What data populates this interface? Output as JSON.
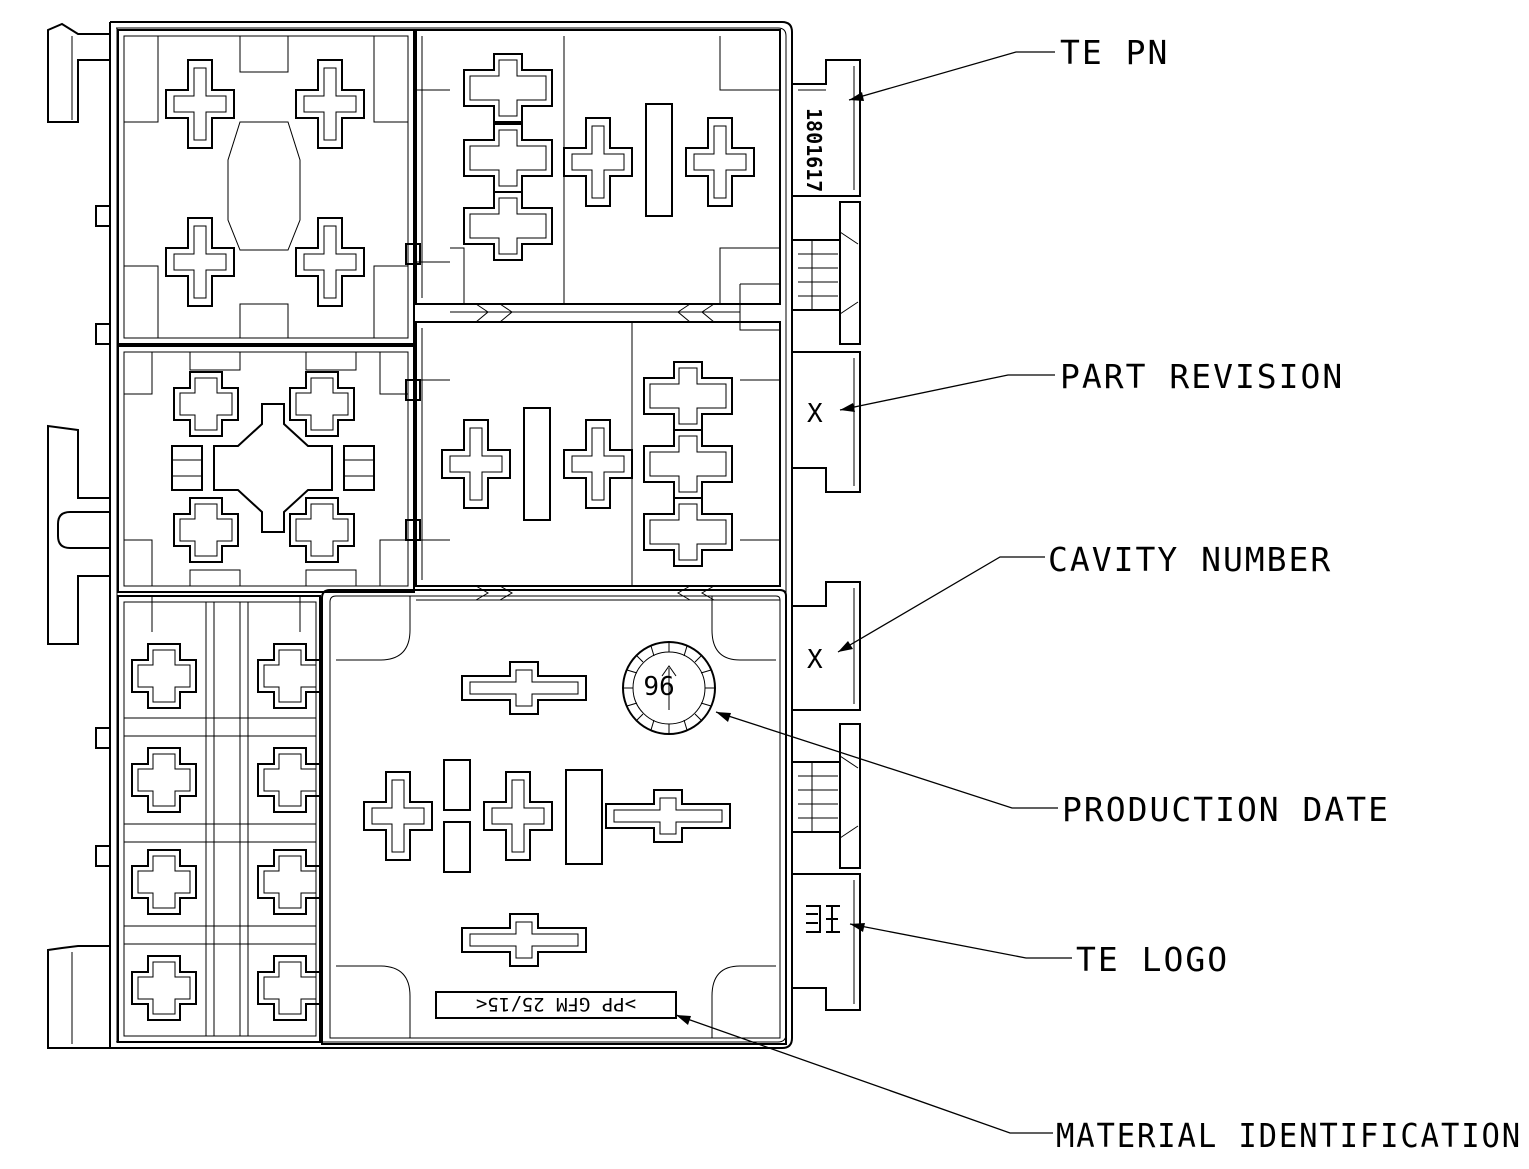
{
  "callouts": [
    {
      "id": "te-pn",
      "label": "TE PN"
    },
    {
      "id": "part-revision",
      "label": "PART REVISION"
    },
    {
      "id": "cavity-number",
      "label": "CAVITY NUMBER"
    },
    {
      "id": "production-date",
      "label": "PRODUCTION DATE"
    },
    {
      "id": "te-logo",
      "label": "TE LOGO"
    },
    {
      "id": "material-identification",
      "label": "MATERIAL IDENTIFICATION"
    }
  ],
  "markings": {
    "part_number": "1801617",
    "part_revision": "X",
    "cavity_number": "X",
    "date_code": "96",
    "material_id": ">PP GFM 25/15<"
  }
}
